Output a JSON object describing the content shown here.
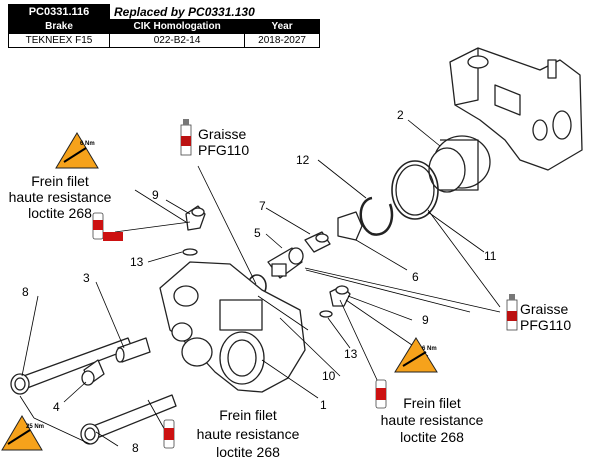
{
  "header": {
    "ref": "PC0331.116",
    "replaced": "Replaced by PC0331.130",
    "cols": [
      "Brake",
      "CIK Homologation",
      "Year"
    ],
    "row": [
      "TEKNEEX F15",
      "022-B2-14",
      "2018-2027"
    ]
  },
  "notes": {
    "grease_top": [
      "Graisse",
      "PFG110"
    ],
    "grease_right": [
      "Graisse",
      "PFG110"
    ],
    "loctite_left": [
      "Frein filet",
      "haute resistance",
      "loctite 268"
    ],
    "loctite_bottom": [
      "Frein filet",
      "haute resistance",
      "loctite 268"
    ],
    "loctite_right": [
      "Frein filet",
      "haute resistance",
      "loctite 268"
    ]
  },
  "torque": {
    "t1": "6 Nm",
    "t2": "6 Nm",
    "t3": "25 Nm"
  },
  "callouts": {
    "c1": "1",
    "c2": "2",
    "c3": "3",
    "c4": "4",
    "c5": "5",
    "c6": "6",
    "c7": "7",
    "c8a": "8",
    "c8b": "8",
    "c9a": "9",
    "c9b": "9",
    "c10": "10",
    "c11": "11",
    "c12": "12",
    "c13a": "13",
    "c13b": "13"
  }
}
